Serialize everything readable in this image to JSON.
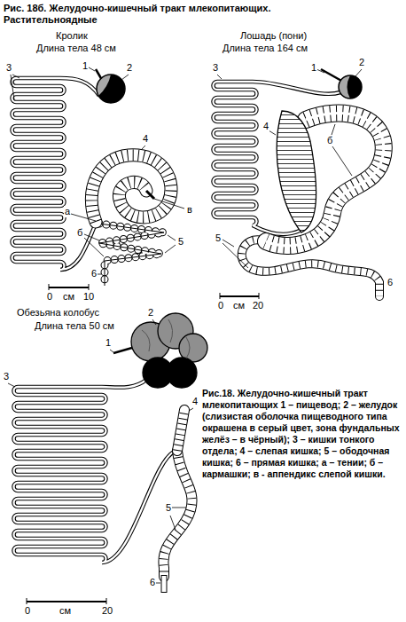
{
  "diagram": {
    "title": "Рис. 18б. Желудочно-кишечный тракт млекопитающих. Растительноядные",
    "caption": "Рис.18. Желудочно-кишечный тракт млекопитающих 1 – пищевод; 2 – желудок (слизистая оболочка пищеводного типа окрашена в серый цвет, зона фундальных желёз – в чёрный); 3 – кишки тонкого отдела; 4 – слепая кишка; 5 – ободочная кишка; 6 – прямая кишка; а – тении; б – кармашки; в - аппендикс слепой кишки.",
    "labels": [
      "Кролик",
      "Длина тела 48 см",
      "3",
      "1",
      "2",
      "4",
      "в",
      "а",
      "б",
      "5",
      "6",
      "0",
      "см",
      "10",
      "Лошадь (пони)",
      "Длина тела 164 см",
      "3",
      "1",
      "2",
      "4",
      "б",
      "5",
      "6",
      "0",
      "см",
      "20",
      "Обезьяна колобус",
      "Длина тела 50 см",
      "2",
      "1",
      "3",
      "4",
      "5",
      "6",
      "0",
      "см",
      "20"
    ]
  }
}
